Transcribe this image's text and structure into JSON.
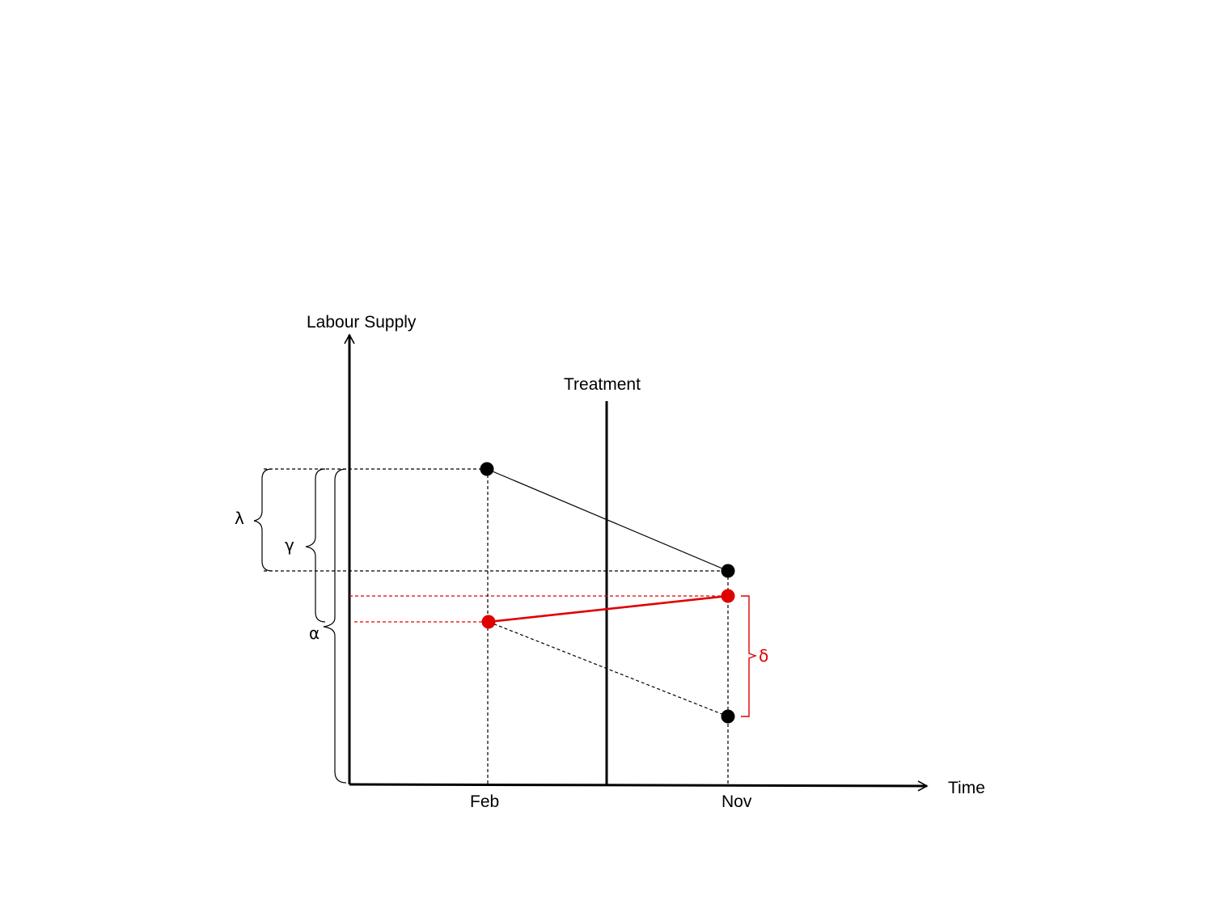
{
  "axes": {
    "y_label": "Labour Supply",
    "x_label": "Time"
  },
  "ticks": {
    "feb": "Feb",
    "nov": "Nov"
  },
  "treatment_label": "Treatment",
  "brackets": {
    "lambda": "λ",
    "gamma": "γ",
    "alpha": "α",
    "delta": "δ"
  },
  "colors": {
    "control": "#000000",
    "treated": "#e00000"
  },
  "points": {
    "control_feb": "black",
    "control_nov": "black",
    "treated_feb": "red",
    "treated_nov": "red",
    "counterfactual_nov": "black"
  }
}
